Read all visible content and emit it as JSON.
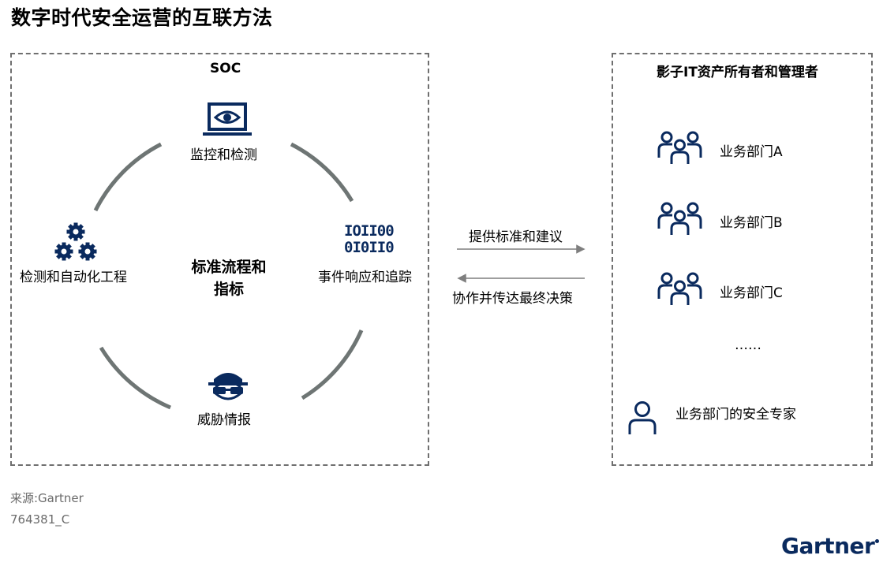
{
  "page": {
    "title": "数字时代安全运营的互联方法"
  },
  "soc": {
    "title": "SOC",
    "center_line1": "标准流程和",
    "center_line2": "指标",
    "nodes": {
      "monitor": "监控和检测",
      "engineering": "检测和自动化工程",
      "response": "事件响应和追踪",
      "intel": "威胁情报"
    },
    "binary_line1": "IOII00",
    "binary_line2": "0I0II0"
  },
  "flows": {
    "to_owners": "提供标准和建议",
    "to_soc": "协作并传达最终决策"
  },
  "owners": {
    "title": "影子IT资产所有者和管理者",
    "departments": [
      "业务部门A",
      "业务部门B",
      "业务部门C"
    ],
    "ellipsis": "……",
    "expert": "业务部门的安全专家"
  },
  "footer": {
    "source": "来源:Gartner",
    "id": "764381_C",
    "logo": "Gartner"
  },
  "colors": {
    "icon_navy": "#0a2a5e",
    "arc_gray": "#6e7574",
    "arrow_gray": "#7f7f7f"
  }
}
